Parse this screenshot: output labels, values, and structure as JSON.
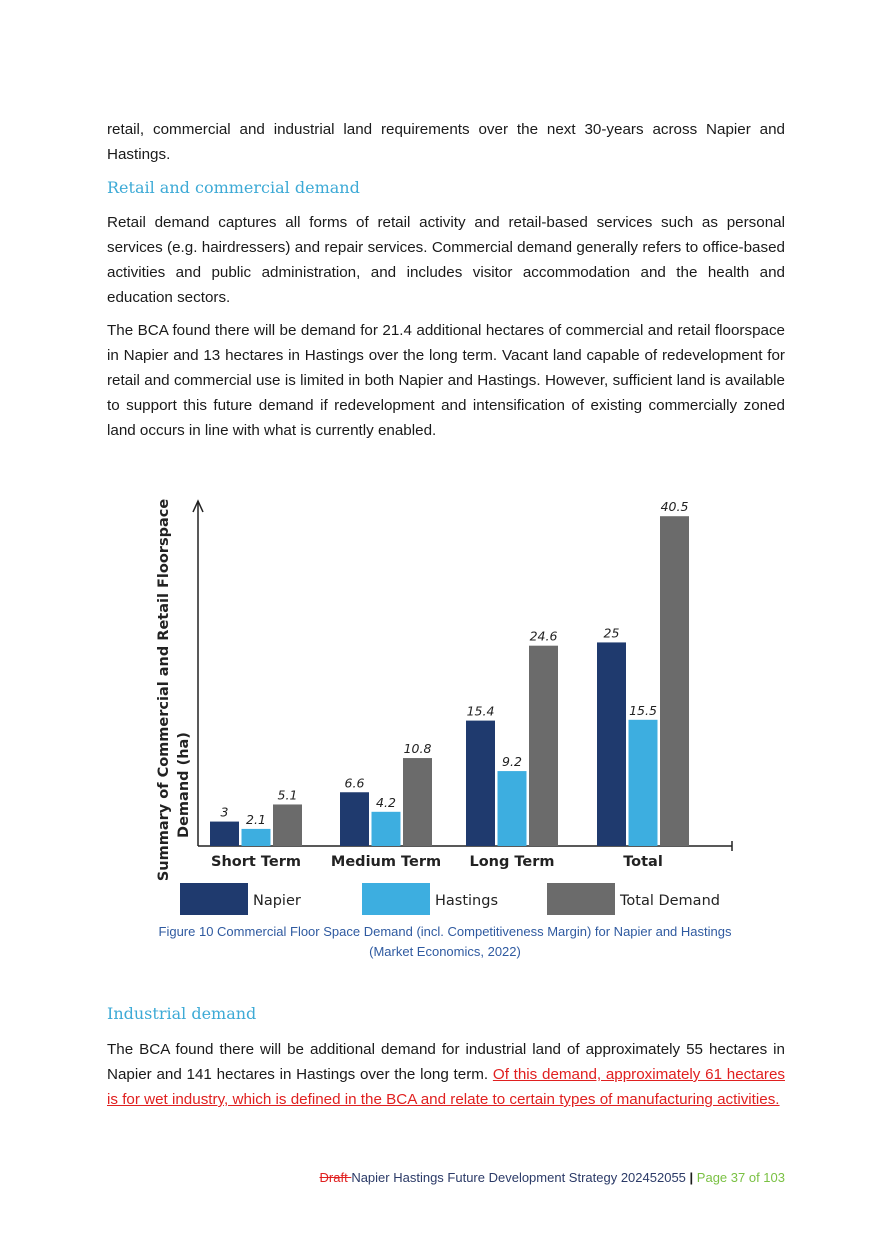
{
  "intro": {
    "text": "retail, commercial and industrial land requirements over the next 30-years across Napier and Hastings."
  },
  "retail_section": {
    "heading": "Retail and commercial demand",
    "para1": "Retail demand captures all forms of retail activity and retail-based services such as personal services (e.g. hairdressers) and repair services. Commercial demand generally refers to office-based activities and public administration, and includes visitor accommodation and the health and education sectors.",
    "para2": "The BCA found there will be demand for 21.4 additional hectares of commercial and retail floorspace in Napier and 13 hectares in Hastings over the long term. Vacant land capable of redevelopment for retail and commercial use is limited in both Napier and Hastings. However, sufficient land is available to support this future demand if redevelopment and intensification of existing commercially zoned land occurs in line with what is currently enabled."
  },
  "chart_data": {
    "type": "bar",
    "categories": [
      "Short Term",
      "Medium Term",
      "Long Term",
      "Total"
    ],
    "series": [
      {
        "name": "Napier",
        "values": [
          3,
          6.6,
          15.4,
          25
        ],
        "color": "#1f3a6e"
      },
      {
        "name": "Hastings",
        "values": [
          2.1,
          4.2,
          9.2,
          15.5
        ],
        "color": "#3daee0"
      },
      {
        "name": "Total Demand",
        "values": [
          5.1,
          10.8,
          24.6,
          40.5
        ],
        "color": "#6b6b6b"
      }
    ],
    "ylabel_line1": "Summary of Commercial and Retail Floorspace",
    "ylabel_line2": "Demand (ha)",
    "ylim": [
      0,
      42
    ],
    "legend_position": "bottom"
  },
  "figure": {
    "caption_line1": "Figure 10 Commercial Floor Space Demand (incl. Competitiveness Margin) for Napier and Hastings",
    "caption_line2": "(Market Economics, 2022)"
  },
  "industrial_section": {
    "heading": "Industrial demand",
    "text": "The BCA found there will be additional demand for industrial land of approximately 55 hectares in Napier and 141 hectares in Hastings over the long term. ",
    "tracked_insert": "Of this demand, approximately 61 hectares is for wet industry, which is defined in the BCA and relate to certain types of manufacturing activities."
  },
  "footer": {
    "deleted": "Draft ",
    "title": "Napier Hastings Future Development Strategy 202452055",
    "separator": "|",
    "page": "Page 37 of 103"
  },
  "colors": {
    "heading": "#3daad6",
    "tracked_change": "#e02020",
    "caption": "#2f5aa0",
    "page_number": "#7ac143"
  }
}
